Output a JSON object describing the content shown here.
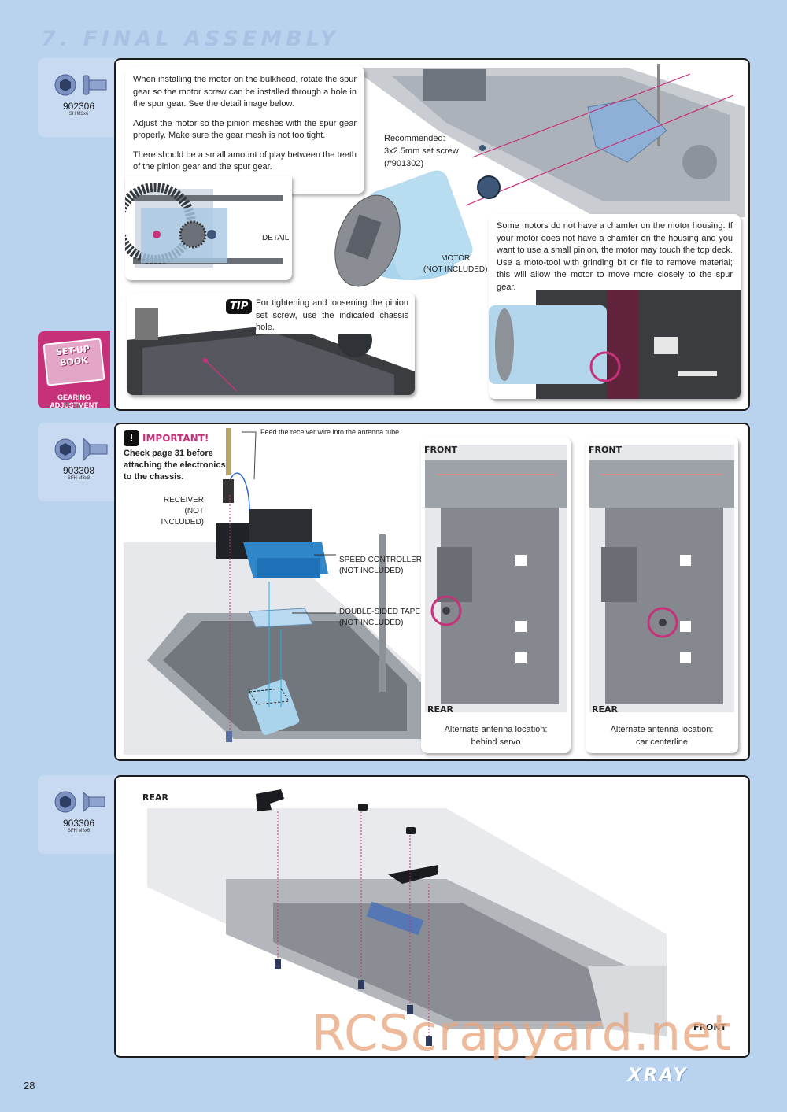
{
  "page": {
    "title": "7. FINAL ASSEMBLY",
    "page_number": "28",
    "brand": "XRAY",
    "watermark": "RCScrapyard.net"
  },
  "colors": {
    "background": "#b9d2ee",
    "tab": "#c7daf1",
    "accent": "#c7317a",
    "motor": "#a9d4ec"
  },
  "step1": {
    "screw_code": "902306",
    "screw_spec": "SH M3x6",
    "instructions": [
      "When installing the motor on the bulkhead, rotate the spur gear so the motor screw can be installed through a hole in the spur gear. See the detail image below.",
      "Adjust the motor so the pinion meshes with the spur gear properly. Make sure the gear mesh is not too tight.",
      "There should be a small amount of play between the teeth of the pinion gear and the spur gear."
    ],
    "detail_label": "DETAIL",
    "recommended": [
      "Recommended:",
      "3x2.5mm set screw",
      "(#901302)"
    ],
    "motor_label": [
      "MOTOR",
      "(NOT INCLUDED)"
    ],
    "tip_badge": "TIP",
    "tip_text": "For tightening and loosening the pinion set screw, use the indicated chassis hole.",
    "chamfer_note": "Some motors do not have a chamfer on the motor housing. If your motor does not have a chamfer on the housing and you want to use a small pinion, the motor may touch the top deck. Use a moto-tool with grinding bit or file to remove material; this will allow the motor to move more closely to the spur gear.",
    "setup_book": [
      "SET-UP",
      "BOOK"
    ],
    "setup_caption": "GEARING ADJUSTMENT"
  },
  "step2": {
    "screw_code": "903308",
    "screw_spec": "SFH M3x8",
    "important_title": "IMPORTANT!",
    "important_text": "Check page 31 before attaching the electronics to the chassis.",
    "antenna_label": "Feed the receiver wire into the antenna tube",
    "receiver_label": [
      "RECEIVER",
      "(NOT INCLUDED)"
    ],
    "speed_controller_label": [
      "SPEED CONTROLLER",
      "(NOT INCLUDED)"
    ],
    "tape_label": [
      "DOUBLE-SIDED TAPE",
      "(NOT INCLUDED)"
    ],
    "alt1_caption": [
      "Alternate antenna location:",
      "behind servo"
    ],
    "alt2_caption": [
      "Alternate antenna location:",
      "car centerline"
    ],
    "front": "FRONT",
    "rear": "REAR"
  },
  "step3": {
    "screw_code": "903306",
    "screw_spec": "SFH M3x6",
    "rear": "REAR",
    "front": "FRONT"
  }
}
